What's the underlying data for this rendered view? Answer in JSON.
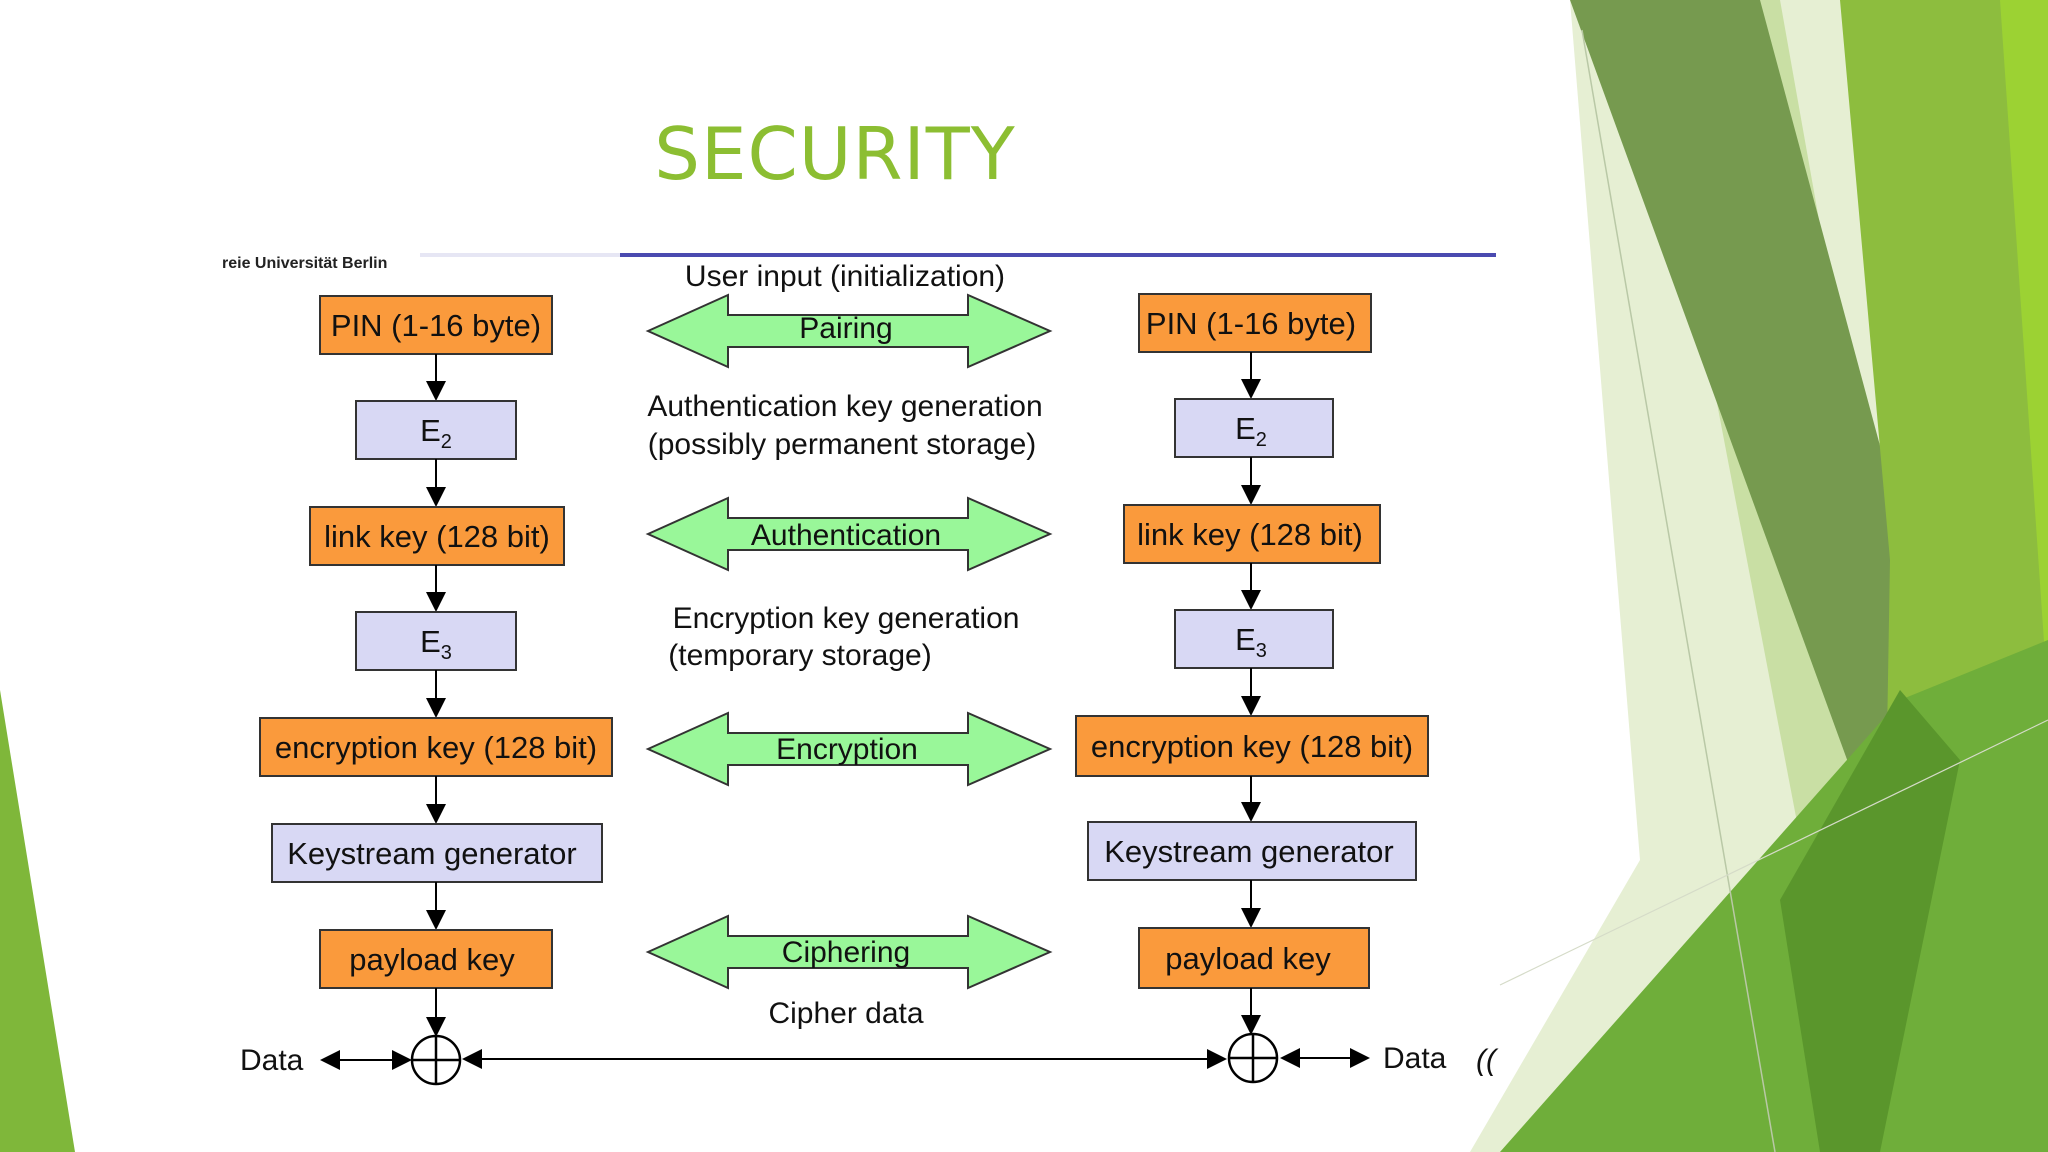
{
  "slide": {
    "title": "SECURITY"
  },
  "header": {
    "institution": "reie Universität Berlin"
  },
  "labels": {
    "user_input": "User input (initialization)",
    "auth_gen_1": "Authentication key generation",
    "auth_gen_2": "(possibly permanent storage)",
    "enc_gen_1": "Encryption key generation",
    "enc_gen_2": "(temporary storage)",
    "cipher_data": "Cipher data",
    "data_left": "Data",
    "data_right": "Data",
    "edge_glyph": "(("
  },
  "arrows": {
    "pairing": "Pairing",
    "authentication": "Authentication",
    "encryption": "Encryption",
    "ciphering": "Ciphering"
  },
  "left": {
    "pin": "PIN (1-16 byte)",
    "e2_base": "E",
    "e2_sub": "2",
    "link_key": "link key (128 bit)",
    "e3_base": "E",
    "e3_sub": "3",
    "enc_key": "encryption key (128 bit)",
    "keystream": "Keystream generator",
    "payload": "payload key"
  },
  "right": {
    "pin": "PIN (1-16 byte)",
    "e2_base": "E",
    "e2_sub": "2",
    "link_key": "link key (128 bit)",
    "e3_base": "E",
    "e3_sub": "3",
    "enc_key": "encryption key (128 bit)",
    "keystream": "Keystream generator",
    "payload": "payload key"
  },
  "colors": {
    "key_box": "#fa9a3c",
    "process_box": "#d8d8f4",
    "arrow_fill": "#99f799",
    "title": "#8cbe32",
    "header_rule": "#4a4ab0"
  }
}
